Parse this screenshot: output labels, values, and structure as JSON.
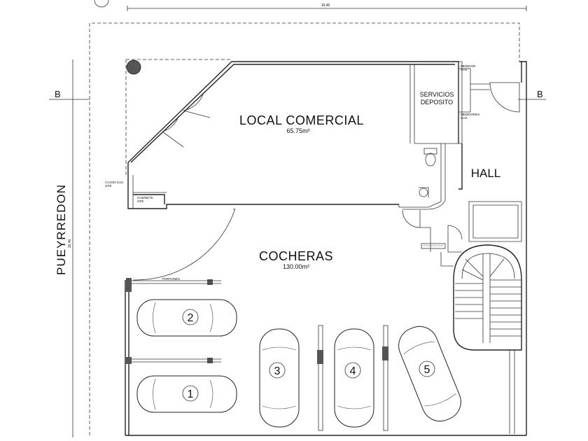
{
  "top_dimension": "16,46",
  "side_dimension": "16,46",
  "street_name": "PUEYRREDON",
  "section_mark_left": "B",
  "section_mark_right": "B",
  "rooms": {
    "local": {
      "name": "LOCAL COMERCIAL",
      "area": "65.75m²"
    },
    "cocheras": {
      "name": "COCHERAS",
      "area": "130.00m²"
    },
    "hall": {
      "name": "HALL"
    },
    "servicios": {
      "line1": "SERVICIOS",
      "line2": "DEPOSITO"
    }
  },
  "small_labels": {
    "medidor_gas": "MEDIDOR\nGAS",
    "medidores_gas": "MEDIDORES\nGAS",
    "cajon_gas": "CAJON GAS\nGPE",
    "gabinete": "GABINETE\nGPE",
    "portones": "PORTONES"
  },
  "parking_spots": [
    "1",
    "2",
    "3",
    "4",
    "5"
  ]
}
